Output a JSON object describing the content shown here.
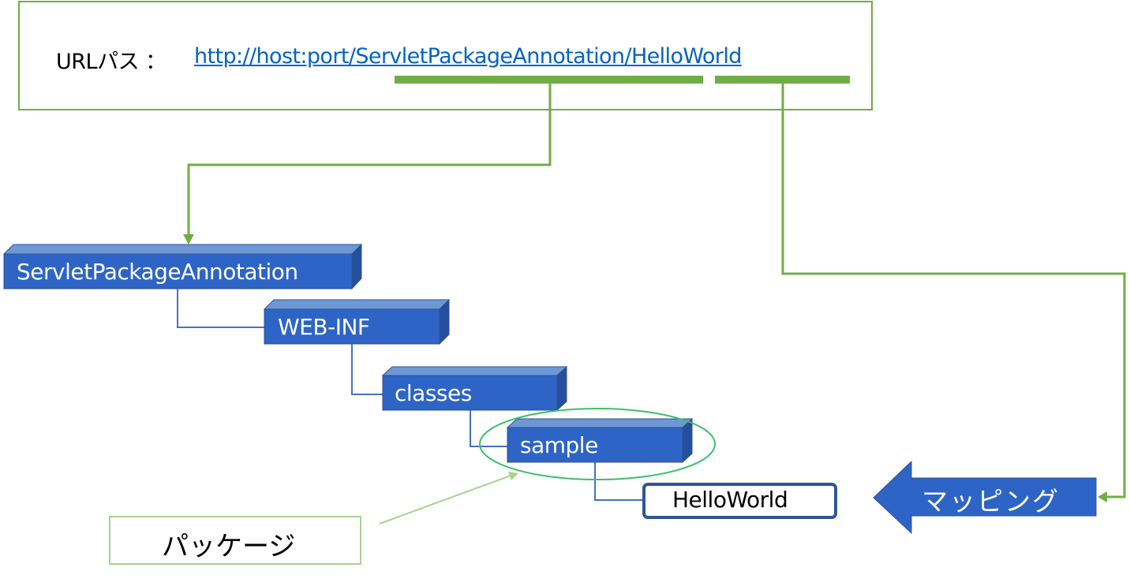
{
  "url": {
    "label": "URLパス ：",
    "link": "http://host:port/ServletPackageAnnotation/HelloWorld"
  },
  "tree": {
    "folders": [
      {
        "label": "ServletPackageAnnotation"
      },
      {
        "label": "WEB-INF"
      },
      {
        "label": "classes"
      },
      {
        "label": "sample"
      }
    ],
    "file": {
      "label": "HelloWorld"
    }
  },
  "callouts": {
    "package": "パッケージ",
    "mapping": "マッピング"
  },
  "colors": {
    "green_line": "#70ad47",
    "light_green": "#a9d18e",
    "folder_front": "#2e64c5",
    "folder_top": "#6e98d5",
    "folder_side": "#244f9c",
    "folder_border": "#2f528f",
    "link": "#0563c1",
    "file_border": "#2f5597",
    "ellipse": "#3cbf6a",
    "tree_line": "#4472c4"
  },
  "icons": {
    "arrow_down": "arrowhead-down-icon",
    "arrow_left": "arrowhead-left-icon",
    "mapping_arrow": "left-arrow-shape"
  }
}
